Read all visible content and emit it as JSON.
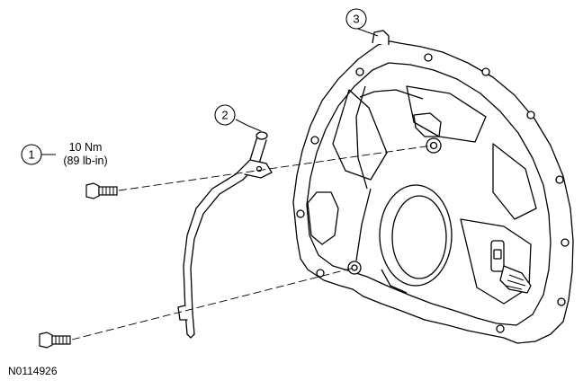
{
  "callouts": [
    {
      "number": "1"
    },
    {
      "number": "2"
    },
    {
      "number": "3"
    }
  ],
  "torque_spec": {
    "metric": "10 Nm",
    "imperial": "(89 lb-in)"
  },
  "figure_id": "N0114926"
}
